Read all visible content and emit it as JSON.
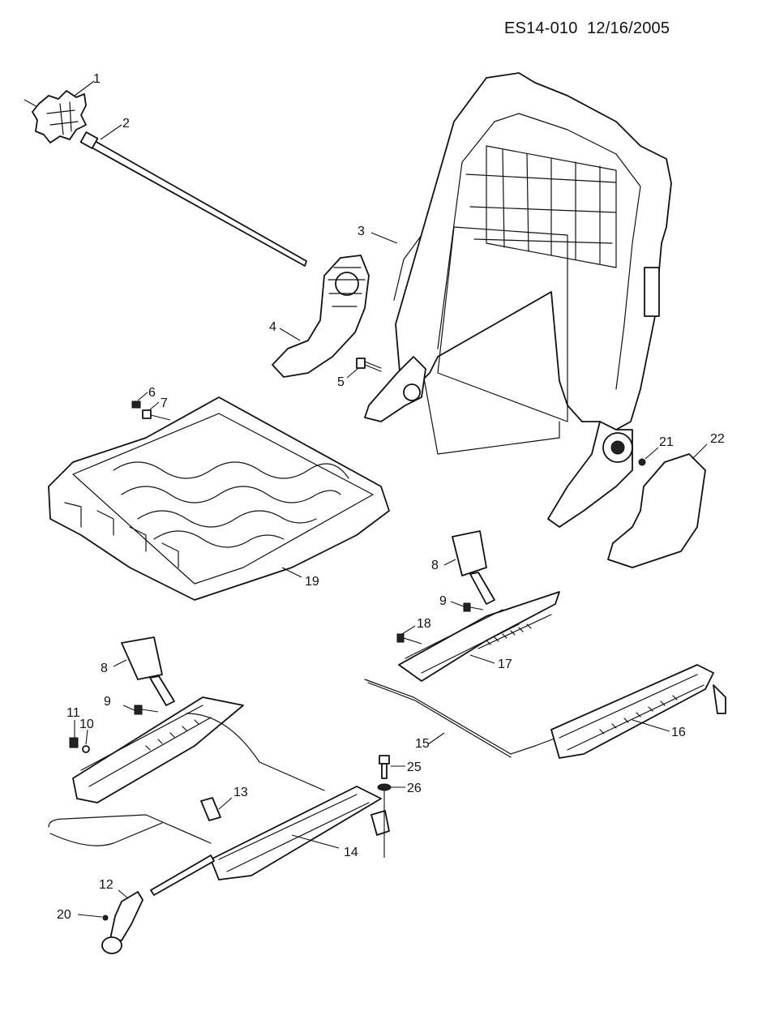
{
  "header": {
    "doc_id": "ES14-010",
    "date": "12/16/2005"
  },
  "callouts": [
    "1",
    "2",
    "3",
    "4",
    "5",
    "6",
    "7",
    "19",
    "8",
    "9",
    "18",
    "17",
    "15",
    "16",
    "21",
    "22",
    "11",
    "10",
    "13",
    "14",
    "12",
    "20",
    "25",
    "26"
  ],
  "second_8": "8",
  "second_9": "9"
}
